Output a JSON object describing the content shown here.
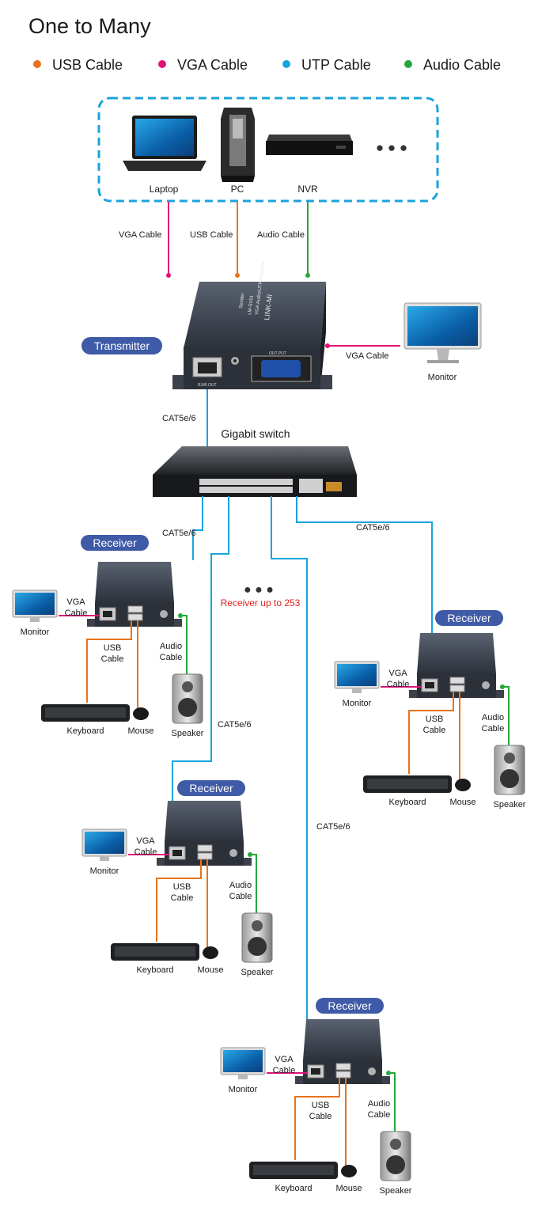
{
  "title": "One to Many",
  "legend": [
    {
      "label": "USB Cable",
      "color": "#e8731c"
    },
    {
      "label": "VGA Cable",
      "color": "#e0137a"
    },
    {
      "label": "UTP Cable",
      "color": "#1aa3dc"
    },
    {
      "label": "Audio Cable",
      "color": "#25a83a"
    }
  ],
  "sources": {
    "laptop": "Laptop",
    "pc": "PC",
    "nvr": "NVR",
    "more": "● ● ●"
  },
  "source_cables": {
    "vga": "VGA Cable",
    "usb": "USB Cable",
    "audio": "Audio Cable"
  },
  "transmitter": {
    "badge": "Transmitter",
    "brand": "LINK-MI",
    "model_line1": "VGA Audio/UTP Extender",
    "model_line2": "LM-SV01",
    "sender": "Sender",
    "port_rj45": "RJ45 OUT",
    "port_out": "OUT PUT",
    "monitor_cable": "VGA Cable",
    "monitor_label": "Monitor"
  },
  "switch": {
    "label": "Gigabit switch",
    "cable_in": "CAT5e/6"
  },
  "middle": {
    "dots": "● ● ●",
    "note": "Receiver up to 253"
  },
  "cable_labels": {
    "cat": "CAT5e/6"
  },
  "receiver": {
    "badge": "Receiver",
    "vga": "VGA",
    "cable": "Cable",
    "usb": "USB",
    "audio": "Audio",
    "monitor": "Monitor",
    "keyboard": "Keyboard",
    "mouse": "Mouse",
    "speaker": "Speaker"
  },
  "colors": {
    "usb": "#e8731c",
    "vga": "#e0137a",
    "utp": "#1aa3dc",
    "audio": "#25a83a",
    "badge": "#3f5aa6"
  }
}
